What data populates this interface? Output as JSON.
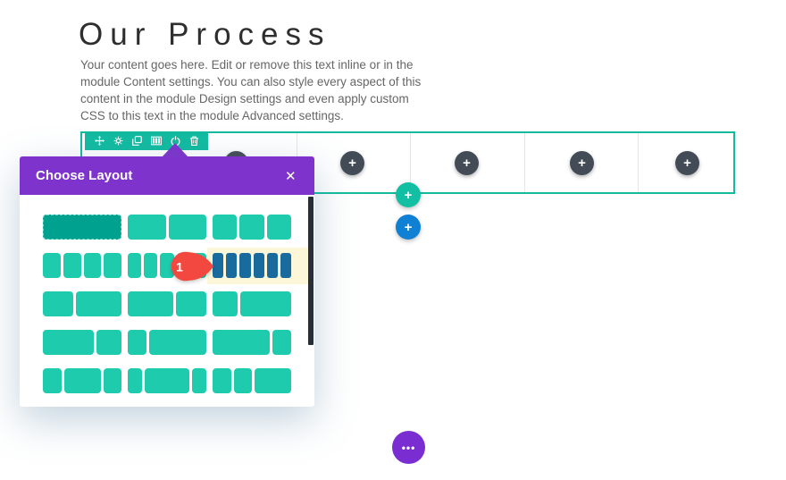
{
  "content": {
    "heading": "Our Process",
    "paragraph": "Your content goes here. Edit or remove this text inline or in the module Content settings. You can also style every aspect of this content in the module Design settings and even apply custom CSS to this text in the module Advanced settings."
  },
  "row_toolbar": {
    "icons": [
      "move-icon",
      "settings-icon",
      "duplicate-icon",
      "change-columns-icon",
      "disable-icon",
      "delete-icon"
    ]
  },
  "row": {
    "column_count": 5,
    "insert_module_label": "+"
  },
  "floating_buttons": {
    "add_row_label": "+",
    "add_section_label": "+",
    "page_settings_label": "•••"
  },
  "modal": {
    "title": "Choose Layout",
    "close_label": "✕",
    "callout_step": "1",
    "layouts": [
      {
        "name": "fullwidth",
        "blocks": [
          1
        ],
        "state": "selected"
      },
      {
        "name": "one-half-x2",
        "blocks": [
          1,
          1
        ],
        "state": "normal"
      },
      {
        "name": "one-third-x3",
        "blocks": [
          1,
          1,
          1
        ],
        "state": "normal"
      },
      {
        "name": "one-fourth-x4",
        "blocks": [
          1,
          1,
          1,
          1
        ],
        "state": "normal"
      },
      {
        "name": "one-fifth-x5",
        "blocks": [
          1,
          1,
          1,
          1,
          1
        ],
        "state": "normal"
      },
      {
        "name": "one-sixth-x6",
        "blocks": [
          1,
          1,
          1,
          1,
          1,
          1
        ],
        "state": "highlighted"
      },
      {
        "name": "two-fifths-three-fifths",
        "blocks": [
          2,
          3
        ],
        "state": "normal"
      },
      {
        "name": "three-fifths-two-fifths",
        "blocks": [
          3,
          2
        ],
        "state": "normal"
      },
      {
        "name": "one-third-two-thirds",
        "blocks": [
          1,
          2
        ],
        "state": "normal"
      },
      {
        "name": "two-thirds-one-third",
        "blocks": [
          2,
          1
        ],
        "state": "normal"
      },
      {
        "name": "one-fourth-three-fourths",
        "blocks": [
          1,
          3
        ],
        "state": "normal"
      },
      {
        "name": "three-fourths-one-fourth",
        "blocks": [
          3,
          1
        ],
        "state": "normal"
      },
      {
        "name": "one-fourth-one-half-one-fourth",
        "blocks": [
          1,
          2,
          1
        ],
        "state": "normal"
      },
      {
        "name": "one-fifth-three-fifths-one-fifth",
        "blocks": [
          1,
          3,
          1
        ],
        "state": "normal"
      },
      {
        "name": "one-fourth-one-fourth-one-half",
        "blocks": [
          1,
          1,
          2
        ],
        "state": "normal"
      }
    ]
  },
  "colors": {
    "builder_teal": "#12bba0",
    "layout_block_teal": "#1ecbac",
    "layout_block_selected": "#00a18f",
    "modal_purple": "#7d33cc",
    "add_section_blue": "#1080d4",
    "module_circle_dark": "#434c56",
    "highlight_background": "#fcf7d8",
    "highlight_bar_blue": "#1a6b9d",
    "callout_red": "#f2483f"
  }
}
